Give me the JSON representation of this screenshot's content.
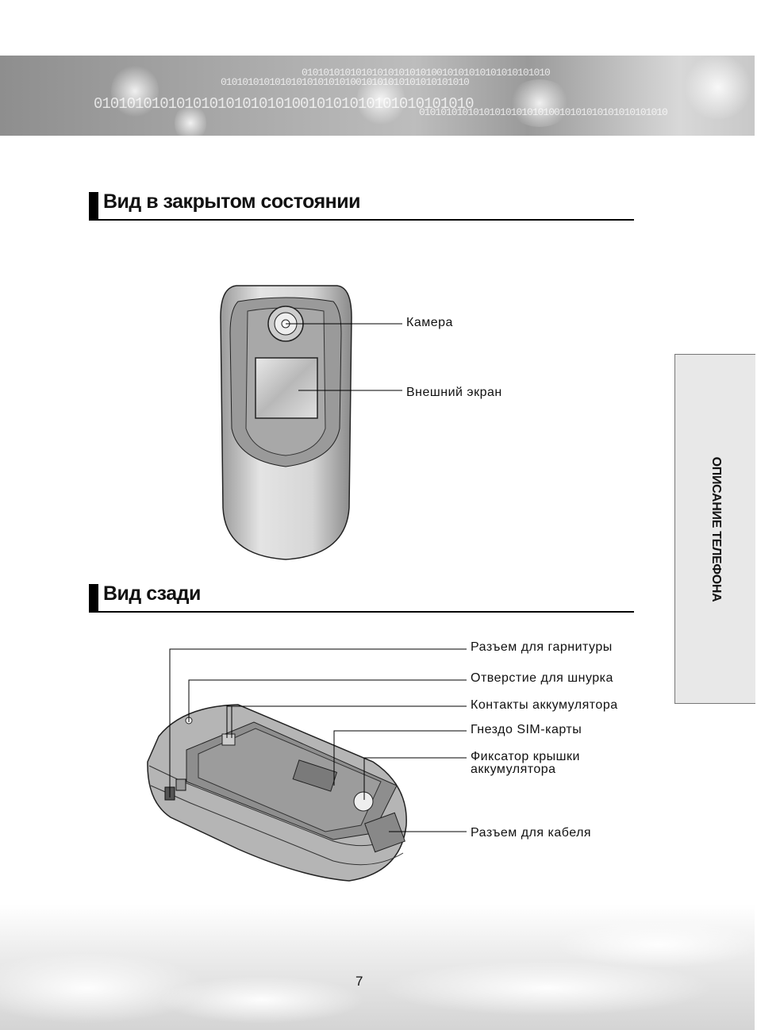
{
  "banner": {
    "pattern_text": "0101010101010101010101010010101010101010101010"
  },
  "sections": [
    {
      "title": "Вид в закрытом состоянии",
      "callouts": [
        "Камера",
        "Внешний экран"
      ]
    },
    {
      "title": "Вид сзади",
      "callouts": [
        "Разъем для гарнитуры",
        "Отверстие для шнурка",
        "Контакты аккумулятора",
        "Гнездо SIM-карты",
        "Фиксатор крышки",
        "аккумулятора",
        "Разъем для кабеля"
      ]
    }
  ],
  "side_tab": "ОПИСАНИЕ ТЕЛЕФОНА",
  "page_number": "7"
}
